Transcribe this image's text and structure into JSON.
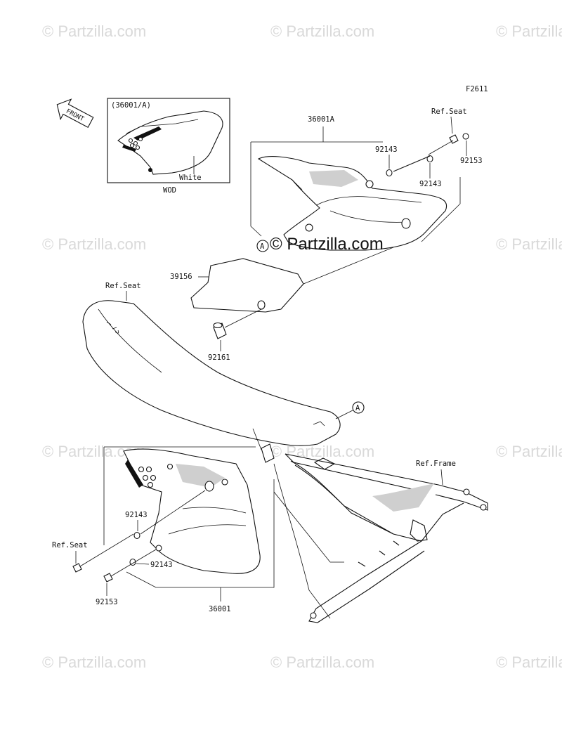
{
  "watermark_text": "© Partzilla.com",
  "figure_code": "F2611",
  "front_label": "FRONT",
  "inset": {
    "title": "(36001/A)",
    "color_label": "White",
    "model_label": "WOD"
  },
  "labels": {
    "p36001A": "36001A",
    "p36001": "36001",
    "p92143_a": "92143",
    "p92143_b": "92143",
    "p92143_c": "92143",
    "p92143_d": "92143",
    "p92153_a": "92153",
    "p92153_b": "92153",
    "p39156": "39156",
    "p92161": "92161",
    "ref_seat_a": "Ref.Seat",
    "ref_seat_b": "Ref.Seat",
    "ref_seat_c": "Ref.Seat",
    "ref_frame": "Ref.Frame",
    "callout_a1": "A",
    "callout_a2": "A"
  }
}
